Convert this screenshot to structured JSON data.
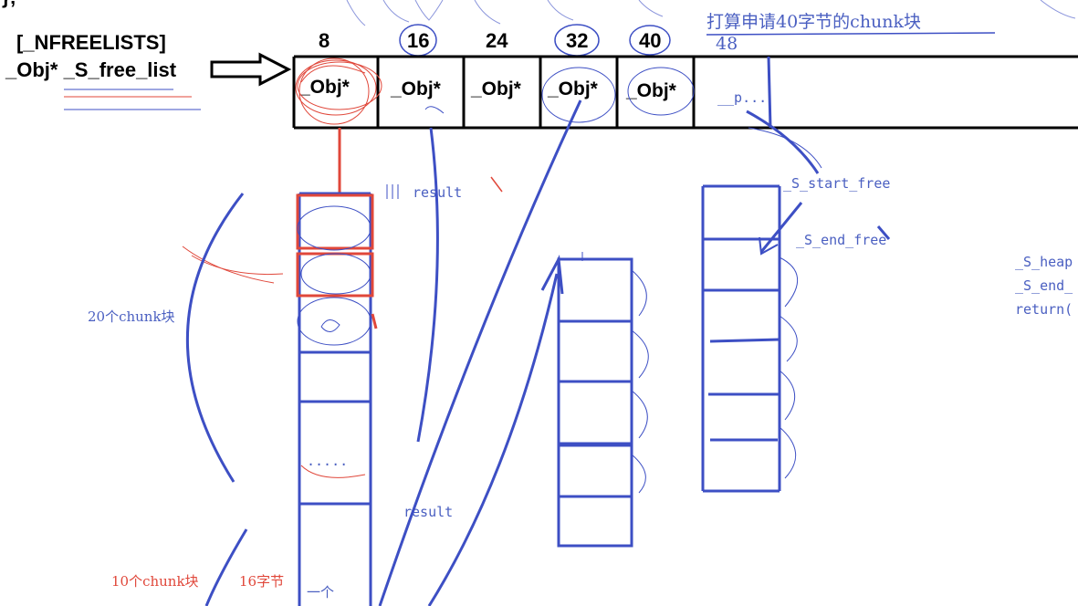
{
  "header": {
    "nfreelists": "[_NFREELISTS]",
    "free_list_decl": "_Obj* _S_free_list",
    "top_fragment": "};"
  },
  "indices": [
    "8",
    "16",
    "24",
    "32",
    "40",
    "48"
  ],
  "cells": [
    "_Obj*",
    "_Obj*",
    "_Obj*",
    "_Obj*",
    "_Obj*",
    "__p..."
  ],
  "annotations": {
    "request_note": "打算申请40字节的chunk块",
    "result_top": "result",
    "result_bottom": "result",
    "chunks_20": "20个chunk块",
    "chunks_10": "10个chunk块",
    "bytes_16": "16字节",
    "one": "一个",
    "dots": ".....",
    "start_free": "_S_start_free",
    "end_free": "_S_end_free",
    "right_1": "_S_heap",
    "right_2": "_S_end_",
    "right_3": "return("
  },
  "colors": {
    "ink": "#000000",
    "blue": "#3d4fc4",
    "red": "#e0473a"
  }
}
